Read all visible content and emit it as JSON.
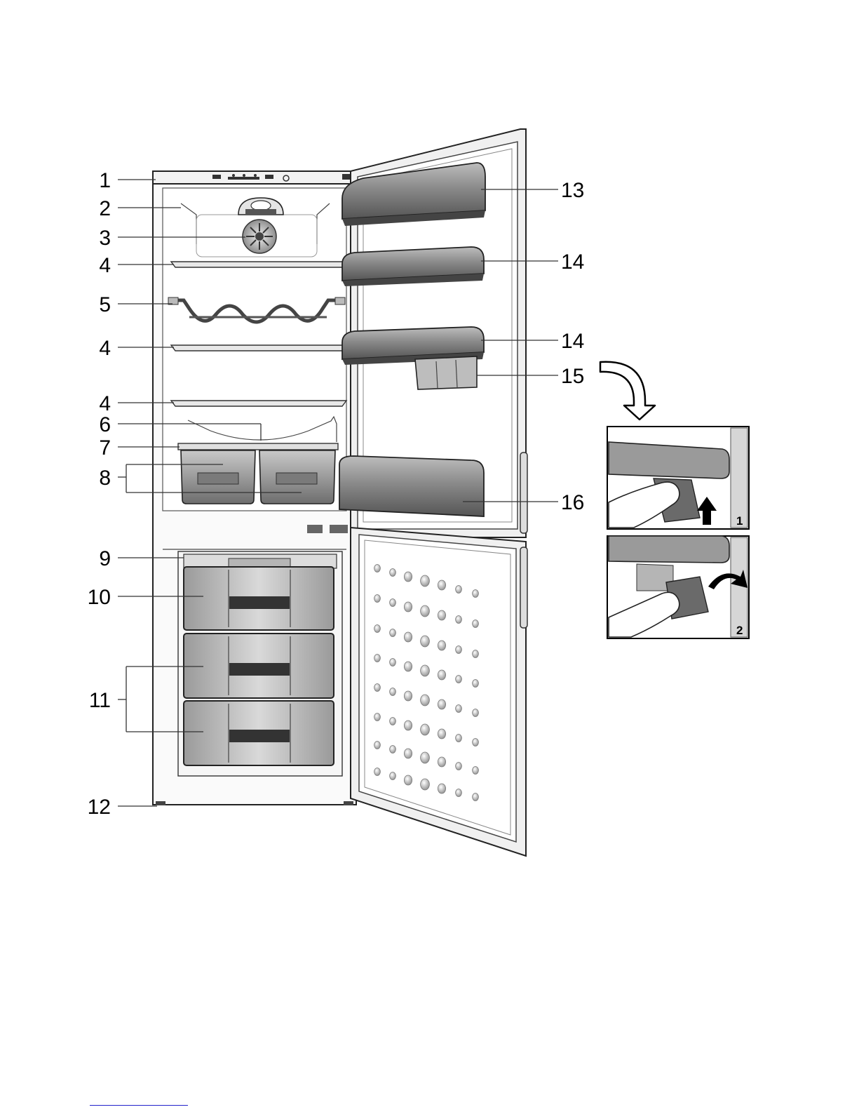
{
  "callouts": {
    "c1": "1",
    "c2": "2",
    "c3": "3",
    "c4a": "4",
    "c5": "5",
    "c4b": "4",
    "c4c": "4",
    "c6": "6",
    "c7": "7",
    "c8": "8",
    "c9": "9",
    "c10": "10",
    "c11": "11",
    "c12": "12",
    "c13": "13",
    "c14a": "14",
    "c14b": "14",
    "c15": "15",
    "c16": "16"
  },
  "inset_steps": {
    "step1": "1",
    "step2": "2"
  },
  "colors": {
    "line": "#222222",
    "shade_dark": "#555555",
    "shade_mid": "#8c8c8c",
    "shade_light": "#c4c4c4",
    "wall": "#e6e6e6",
    "link_rule": "#2222cc"
  }
}
